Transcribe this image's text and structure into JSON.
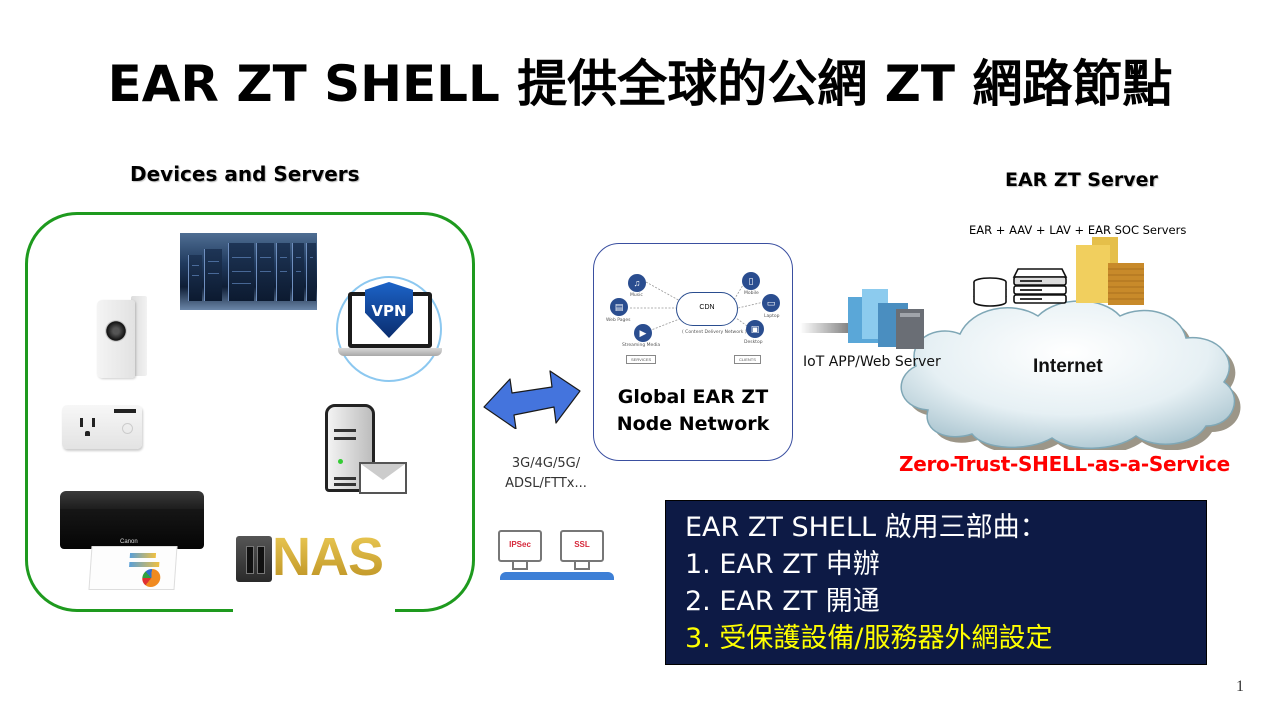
{
  "slide": {
    "title": "EAR ZT SHELL 提供全球的公網 ZT 網路節點",
    "page_number": "1"
  },
  "devices": {
    "heading": "Devices and Servers",
    "items": [
      {
        "name": "data-center",
        "icon": "server-racks-photo"
      },
      {
        "name": "ip-camera",
        "icon": "camera-icon"
      },
      {
        "name": "smart-plug",
        "icon": "smart-plug-icon"
      },
      {
        "name": "printer",
        "icon": "printer-icon",
        "brand": "Canon"
      },
      {
        "name": "vpn-laptop",
        "icon": "vpn-shield-icon",
        "label": "VPN"
      },
      {
        "name": "mail-server",
        "icon": "mail-server-icon"
      },
      {
        "name": "nas",
        "icon": "nas-icon",
        "label": "NAS"
      }
    ],
    "border_color": "#1e9a1e"
  },
  "connection": {
    "arrow": "double-arrow-icon",
    "arrow_color": "#3f6fd8",
    "network_types": [
      "3G/4G/5G/",
      "ADSL/FTTx..."
    ],
    "tunnels": [
      "IPSec",
      "SSL"
    ]
  },
  "node_network": {
    "label_line1": "Global EAR ZT",
    "label_line2": "Node Network",
    "cdn": {
      "center": "CDN",
      "center_sub": "( Content Delivery Network )",
      "services": [
        "Music",
        "Web Pages",
        "Streaming Media"
      ],
      "clients": [
        "Mobile",
        "Laptop",
        "Desktop"
      ],
      "services_tag": "SERVICES",
      "clients_tag": "CLIENTS"
    }
  },
  "server": {
    "heading": "EAR ZT Server",
    "subtitle": "EAR + AAV +  LAV + EAR SOC Servers",
    "iot_label": "IoT APP/Web Server",
    "cloud_label": "Internet",
    "service_name": "Zero-Trust-SHELL-as-a-Service",
    "service_color": "#ff0000"
  },
  "steps": {
    "heading": "EAR ZT SHELL 啟用三部曲：",
    "items": [
      "1.  EAR ZT 申辦",
      "2.  EAR ZT 開通",
      "3.  受保護設備/服務器外網設定"
    ],
    "background": "#0d1a45",
    "highlight_color": "#ffff00"
  }
}
